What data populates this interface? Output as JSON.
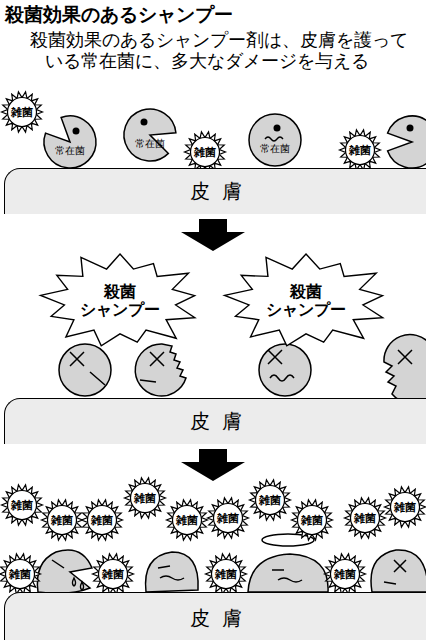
{
  "diagram": {
    "title": "殺菌効果のあるシャンプー",
    "nodes": [
      {
        "text": [
          "雑菌"
        ]
      },
      {
        "text": [
          "常在菌"
        ]
      },
      {
        "text": [
          "常在菌"
        ]
      },
      {
        "text": [
          "雑菌"
        ]
      },
      {
        "text": [
          "常在菌"
        ]
      },
      {
        "text": [
          "雑菌"
        ]
      },
      {
        "text": [
          "皮膚"
        ]
      },
      {
        "text": [
          "殺菌 シャンプー"
        ]
      },
      {
        "text": [
          "殺菌 シャンプー"
        ]
      },
      {
        "text": [
          "皮膚"
        ]
      },
      {
        "text": [
          "雑菌"
        ]
      },
      {
        "text": [
          "雑菌"
        ]
      },
      {
        "text": [
          "雑菌"
        ]
      },
      {
        "text": [
          "雑菌"
        ]
      },
      {
        "text": [
          "雑菌"
        ]
      },
      {
        "text": [
          "雑菌"
        ]
      },
      {
        "text": [
          "雑菌"
        ]
      },
      {
        "text": [
          "雑菌"
        ]
      },
      {
        "text": [
          "雑菌"
        ]
      },
      {
        "text": [
          "雑菌"
        ]
      },
      {
        "text": [
          "雑菌"
        ]
      },
      {
        "text": [
          "雑菌"
        ]
      },
      {
        "text": [
          "雑菌"
        ]
      },
      {
        "text": [
          "雑菌"
        ]
      },
      {
        "text": [
          "皮膚"
        ]
      }
    ],
    "labels": [
      "殺菌効果のあるシャンプー剤は、皮膚を護っている常在菌に、多大なダメージを与える"
    ]
  }
}
